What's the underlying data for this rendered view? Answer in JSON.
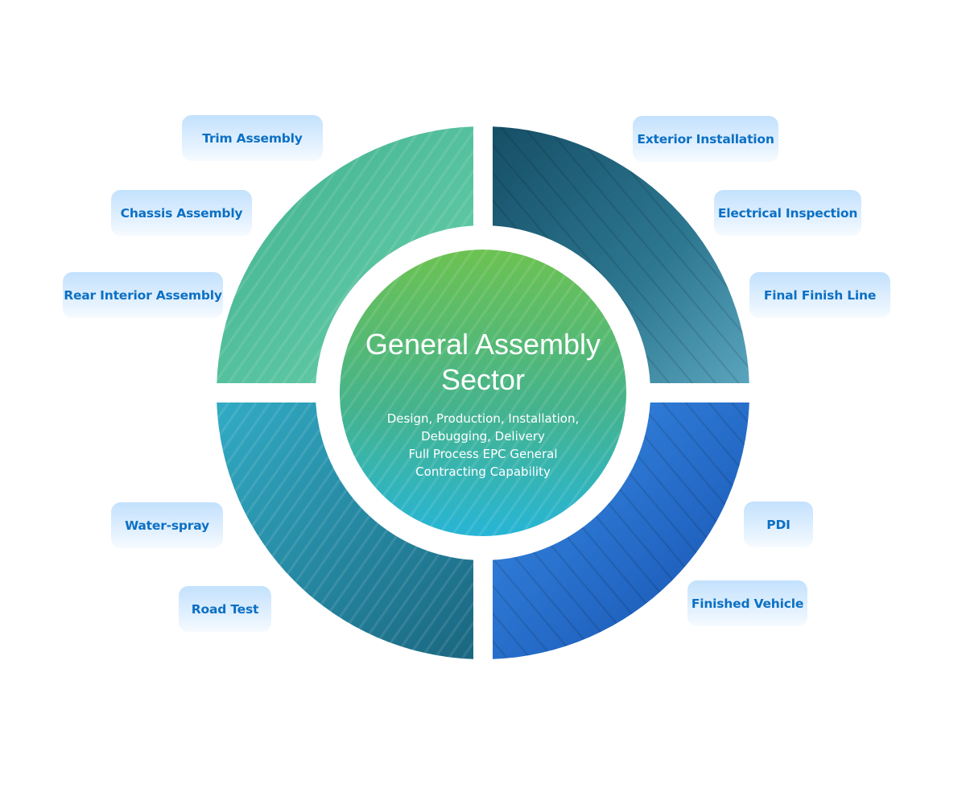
{
  "center": {
    "title_line1": "General Assembly",
    "title_line2": "Sector",
    "subtitle_lines": [
      "Design, Production, Installation,",
      "Debugging, Delivery",
      "Full Process EPC General",
      "Contracting Capability"
    ]
  },
  "quadrants": [
    {
      "name": "top-left",
      "theme": "assembly-line-photo",
      "tint_start": "#3fb08d",
      "tint_end": "#5fcca8"
    },
    {
      "name": "top-right",
      "theme": "conveyor-photo",
      "tint_start": "#175a72",
      "tint_end": "#4a95ad"
    },
    {
      "name": "bottom-left",
      "theme": "water-spray-photo",
      "tint_start": "#2aa3c0",
      "tint_end": "#1e6f8a"
    },
    {
      "name": "bottom-right",
      "theme": "finished-vehicle-photo",
      "tint_start": "#2b7fe0",
      "tint_end": "#1553b4"
    }
  ],
  "colors": {
    "label_text": "#0c70c4",
    "center_top": "#66c05a",
    "center_bottom": "#2ab6d2"
  },
  "labels": {
    "left": [
      {
        "id": "trim-assembly",
        "text": "Trim Assembly"
      },
      {
        "id": "chassis-assembly",
        "text": "Chassis Assembly"
      },
      {
        "id": "rear-interior-assembly",
        "text": "Rear Interior Assembly"
      },
      {
        "id": "water-spray",
        "text": "Water-spray"
      },
      {
        "id": "road-test",
        "text": "Road Test"
      }
    ],
    "right": [
      {
        "id": "exterior-installation",
        "text": "Exterior Installation"
      },
      {
        "id": "electrical-inspection",
        "text": "Electrical Inspection"
      },
      {
        "id": "final-finish-line",
        "text": "Final Finish Line"
      },
      {
        "id": "pdi",
        "text": "PDI"
      },
      {
        "id": "finished-vehicle",
        "text": "Finished Vehicle"
      }
    ]
  }
}
